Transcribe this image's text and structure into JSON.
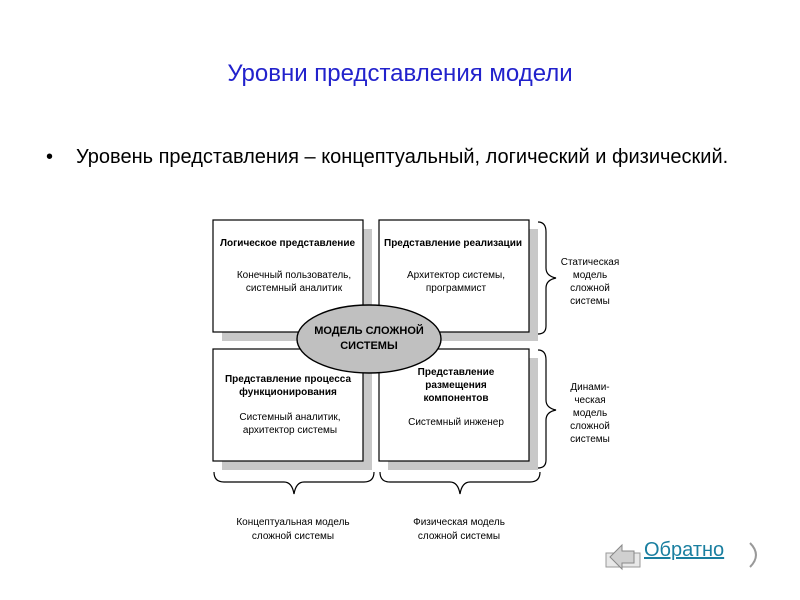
{
  "slide": {
    "title": "Уровни представления модели",
    "bullet": "Уровень представления – концептуальный, логический и физический."
  },
  "diagram": {
    "boxes": {
      "top_left": {
        "title": "Логическое представление",
        "text": [
          "Конечный пользователь,",
          "системный аналитик"
        ]
      },
      "top_right": {
        "title": "Представление реализации",
        "text": [
          "Архитектор системы,",
          "программист"
        ]
      },
      "bottom_left": {
        "title": [
          "Представление процесса",
          "функционирования"
        ],
        "text": [
          "Системный аналитик,",
          "архитектор системы"
        ]
      },
      "bottom_right": {
        "title": [
          "Представление",
          "размещения",
          "компонентов"
        ],
        "text": [
          "Системный инженер"
        ]
      }
    },
    "center": [
      "МОДЕЛЬ СЛОЖНОЙ",
      "СИСТЕМЫ"
    ],
    "right_labels": {
      "static": [
        "Статическая",
        "модель",
        "сложной",
        "системы"
      ],
      "dynamic": [
        "Динами-",
        "ческая",
        "модель",
        "сложной",
        "системы"
      ]
    },
    "bottom_labels": {
      "conceptual": [
        "Концептуальная модель",
        "сложной системы"
      ],
      "physical": [
        "Физическая модель",
        "сложной системы"
      ]
    }
  },
  "corner_link": {
    "label": "Обратно"
  },
  "colors": {
    "title": "#2222cc",
    "shadow": "#c8c8c8",
    "ellipse": "#c0c0c0",
    "link": "#1a7fa0"
  }
}
